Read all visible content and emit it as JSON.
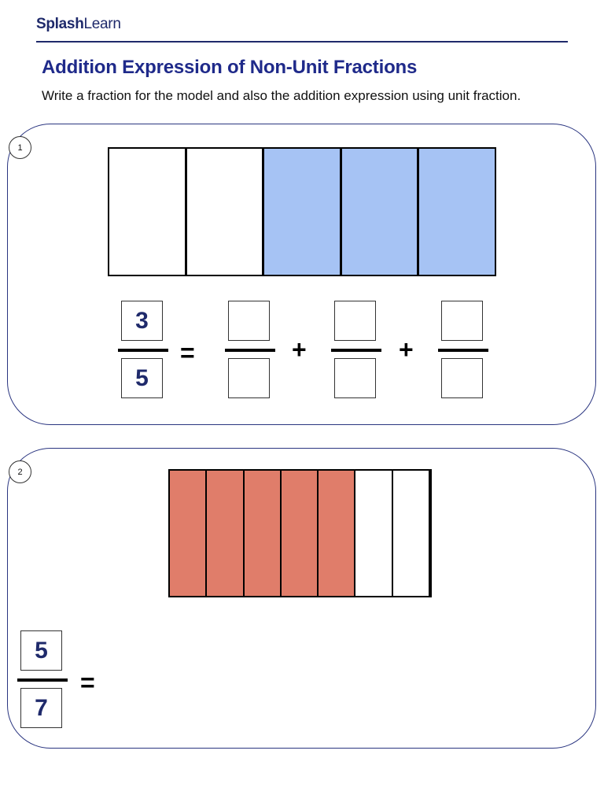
{
  "header": {
    "logo_part1": "Splash",
    "logo_part2": "Learn",
    "title": "Addition Expression of Non-Unit Fractions",
    "instruction": "Write a fraction for the model and also the addition expression using unit fraction."
  },
  "problems": [
    {
      "number": "1",
      "model": {
        "parts": 5,
        "shaded_parts": [
          3,
          4,
          5
        ],
        "shade_color": "#a6c3f4"
      },
      "fraction": {
        "numerator": "3",
        "denominator": "5"
      },
      "equals_sign": "=",
      "plus_sign": "+",
      "blank_unit_fractions": 3
    },
    {
      "number": "2",
      "model": {
        "parts": 7,
        "shaded_parts": [
          1,
          2,
          3,
          4,
          5
        ],
        "shade_color": "#e07d6a"
      },
      "fraction": {
        "numerator": "5",
        "denominator": "7"
      },
      "equals_sign": "="
    }
  ],
  "colors": {
    "brand": "#1f2a6b",
    "title": "#1f2a8a",
    "card_border": "#2a3580"
  }
}
